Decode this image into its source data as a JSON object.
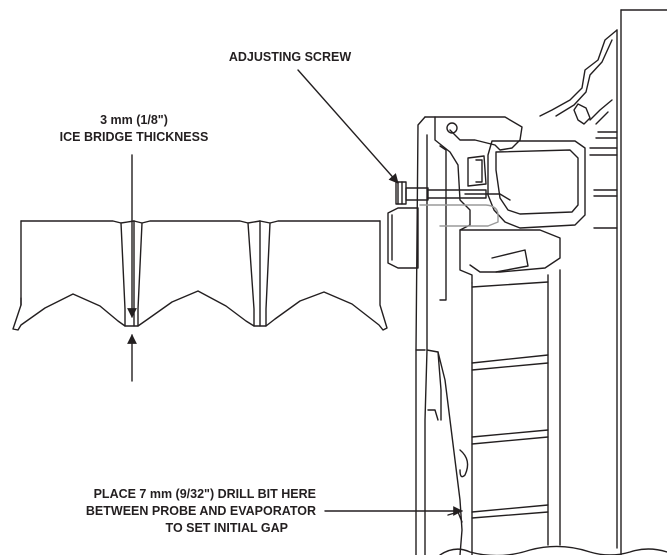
{
  "labels": {
    "adjusting_screw": "ADJUSTING SCREW",
    "ice_bridge": [
      "3 mm (1/8\")",
      "ICE BRIDGE THICKNESS"
    ],
    "drill_bit": [
      "PLACE 7 mm (9/32\") DRILL BIT HERE",
      "BETWEEN PROBE AND EVAPORATOR",
      "TO SET INITIAL GAP"
    ]
  },
  "colors": {
    "line": "#231f20",
    "background": "#ffffff",
    "probe_gray": "#9a9a9a"
  }
}
